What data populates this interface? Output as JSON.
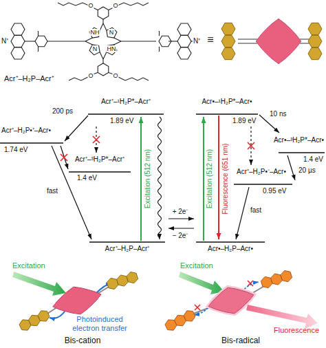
{
  "diagram": {
    "labels": [
      "N⁺",
      "NH",
      "N",
      "N",
      "HN",
      "N⁺",
      "O",
      "O",
      "O",
      "O",
      "Acr⁺–H₂P–Acr⁺",
      "≡",
      "Acr⁺–¹H₂P*–Acr⁺",
      "1.89 eV",
      "200 ps",
      "Acr⁺–H₂P•⁺–Acr•",
      "1.74 eV",
      "Acr⁺–³H₂P*–Acr⁺",
      "1.4 eV",
      "fast",
      "Acr⁺–H₂P–Acr⁺",
      "Excitation (512 nm)",
      "+ 2e⁻",
      "− 2e⁻",
      "Acr•–¹H₂P*–Acr•",
      "1.89 eV",
      "Excitation (512 nm)",
      "Fluorescence (651 nm)",
      "10 ns",
      "Acr•–³H₂P*–Acr•",
      "1.4 eV",
      "20 µs",
      "Acr⁺–H₂P•⁻–Acr•",
      "0.95 eV",
      "fast",
      "Acr•–H₂P–Acr•",
      "Excitation",
      "Photoinduced electron transfer",
      "Bis-cation",
      "Excitation",
      "Fluorescence",
      "Bis-radical"
    ]
  }
}
